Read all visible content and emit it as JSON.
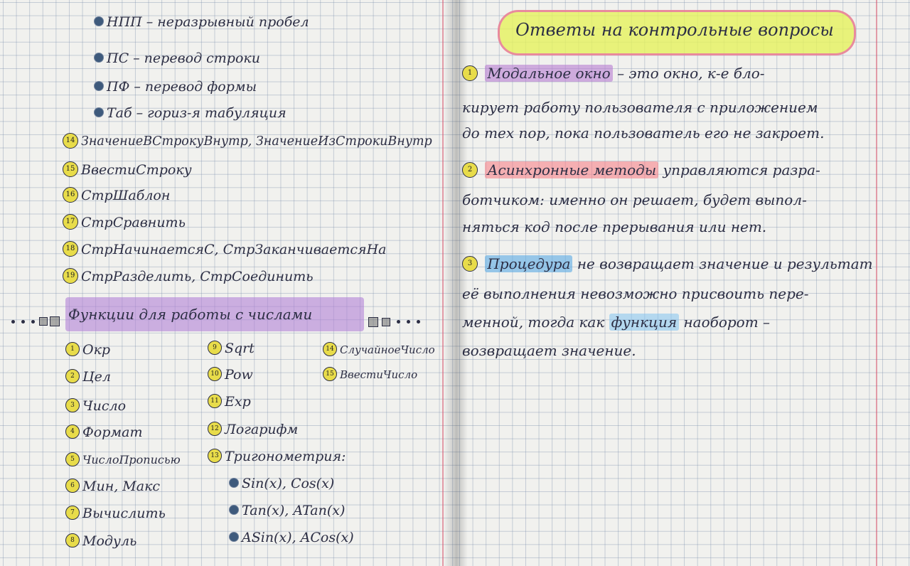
{
  "left_page": {
    "top_items": [
      "НПП – неразрывный пробел",
      "ПС – перевод строки",
      "ПФ – перевод формы",
      "Таб – гориз-я табуляция"
    ],
    "numbered_items": [
      {
        "num": "14",
        "text": "ЗначениеВСтрокуВнутр, ЗначениеИзСтрокиВнутр"
      },
      {
        "num": "15",
        "text": "ВвестиСтроку"
      },
      {
        "num": "16",
        "text": "СтрШаблон"
      },
      {
        "num": "17",
        "text": "СтрСравнить"
      },
      {
        "num": "18",
        "text": "СтрНачинаетсяС, СтрЗаканчиваетсяНа"
      },
      {
        "num": "19",
        "text": "СтрРазделить, СтрСоединить"
      }
    ],
    "section_heading": "Функции для работы с числами",
    "functions_col1": [
      {
        "num": "1",
        "text": "Окр"
      },
      {
        "num": "2",
        "text": "Цел"
      },
      {
        "num": "3",
        "text": "Число"
      },
      {
        "num": "4",
        "text": "Формат"
      },
      {
        "num": "5",
        "text": "ЧислоПрописью"
      },
      {
        "num": "6",
        "text": "Мин, Макс"
      },
      {
        "num": "7",
        "text": "Вычислить"
      },
      {
        "num": "8",
        "text": "Модуль"
      }
    ],
    "functions_col2": [
      {
        "num": "9",
        "text": "Sqrt"
      },
      {
        "num": "10",
        "text": "Pow"
      },
      {
        "num": "11",
        "text": "Exp"
      },
      {
        "num": "12",
        "text": "Логарифм"
      },
      {
        "num": "13",
        "text": "Тригонометрия:"
      }
    ],
    "trig_items": [
      "Sin(x), Cos(x)",
      "Tan(x), ATan(x)",
      "ASin(x), ACos(x)"
    ],
    "functions_col3": [
      {
        "num": "14",
        "text": "СлучайноеЧисло"
      },
      {
        "num": "15",
        "text": "ВвестиЧисло"
      }
    ]
  },
  "right_page": {
    "title": "Ответы на контрольные вопросы",
    "answers": [
      {
        "num": "1",
        "term": "Модальное окно",
        "lines": [
          "– это окно, к-е бло-",
          "кирует работу пользователя с приложением",
          "до тех пор, пока пользователь его не закроет."
        ]
      },
      {
        "num": "2",
        "term": "Асинхронные методы",
        "lines": [
          "управляются разра-",
          "ботчиком: именно он решает, будет выпол-",
          "няться код после прерывания или нет."
        ]
      },
      {
        "num": "3",
        "term": "Процедура",
        "term2": "функция",
        "lines": [
          "не возвращает значение и результат",
          "её выполнения невозможно присвоить пере-",
          "менной, тогда как",
          "наоборот –",
          "возвращает значение."
        ]
      }
    ]
  },
  "colors": {
    "paper": "#f1f1ee",
    "grid": "#788caa",
    "ink": "#2c2e44",
    "margin_line": "#d6546e",
    "highlight_yellow": "#e6f25a",
    "highlight_purple": "#b880d2",
    "highlight_red": "#f87882",
    "highlight_blue": "#5aaae4",
    "number_circle": "#e8dc4a"
  },
  "icons": [
    "bullet-dot-icon",
    "numbered-circle-icon",
    "square-doodle-icon"
  ]
}
